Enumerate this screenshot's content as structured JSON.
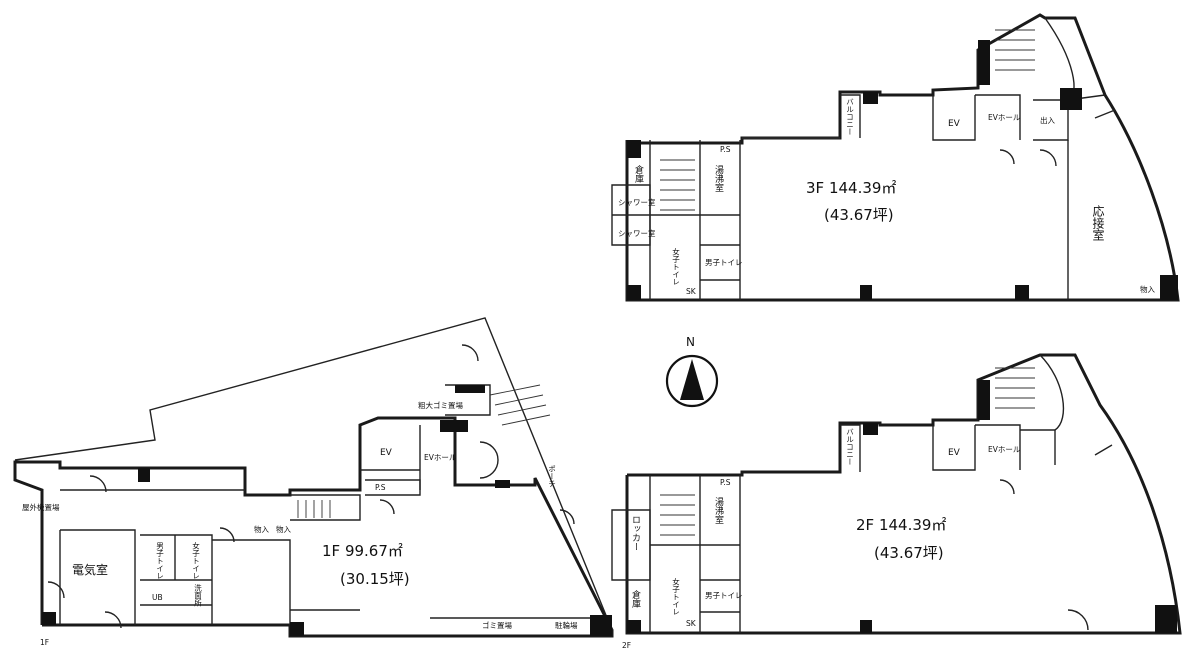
{
  "floors": {
    "f3": {
      "area_label": "3F  144.39㎡",
      "tsubo_label": "(43.67坪)",
      "rooms": {
        "reception": "応接室",
        "storage": "倉庫",
        "hot_water": "湯沸室",
        "restroom_women": "女子トイレ",
        "restroom_men": "男子トイレ",
        "ev": "EV",
        "ev_hall": "EVホール",
        "ps": "P.S",
        "sk": "SK",
        "shower1": "シャワー室",
        "shower2": "シャワー室",
        "balcony": "バルコニー",
        "shutter": "出入",
        "storage2": "物入"
      }
    },
    "f2": {
      "area_label": "2F  144.39㎡",
      "tsubo_label": "(43.67坪)",
      "rooms": {
        "locker": "ロッカー",
        "storage": "倉庫",
        "hot_water": "湯沸室",
        "restroom_women": "女子トイレ",
        "restroom_men": "男子トイレ",
        "ev": "EV",
        "ev_hall": "EVホール",
        "ps": "P.S",
        "sk": "SK",
        "balcony": "バルコニー",
        "floor_tag": "2F"
      }
    },
    "f1": {
      "area_label": "1F  99.67㎡",
      "tsubo_label": "(30.15坪)",
      "rooms": {
        "electric": "電気室",
        "outdoor_storage": "屋外機置場",
        "bulky_trash": "粗大ゴミ置場",
        "trash": "ゴミ置場",
        "parking": "駐輪場",
        "porch": "ポーチ",
        "ev": "EV",
        "ev_hall": "EVホール",
        "ub": "UB",
        "washroom": "洗面所",
        "restroom_men": "男子トイレ",
        "restroom_women": "女子トイレ",
        "ps": "P.S",
        "storage_a": "物入",
        "storage_b": "物入",
        "floor_tag": "1F"
      }
    }
  },
  "compass": {
    "label": "N"
  }
}
